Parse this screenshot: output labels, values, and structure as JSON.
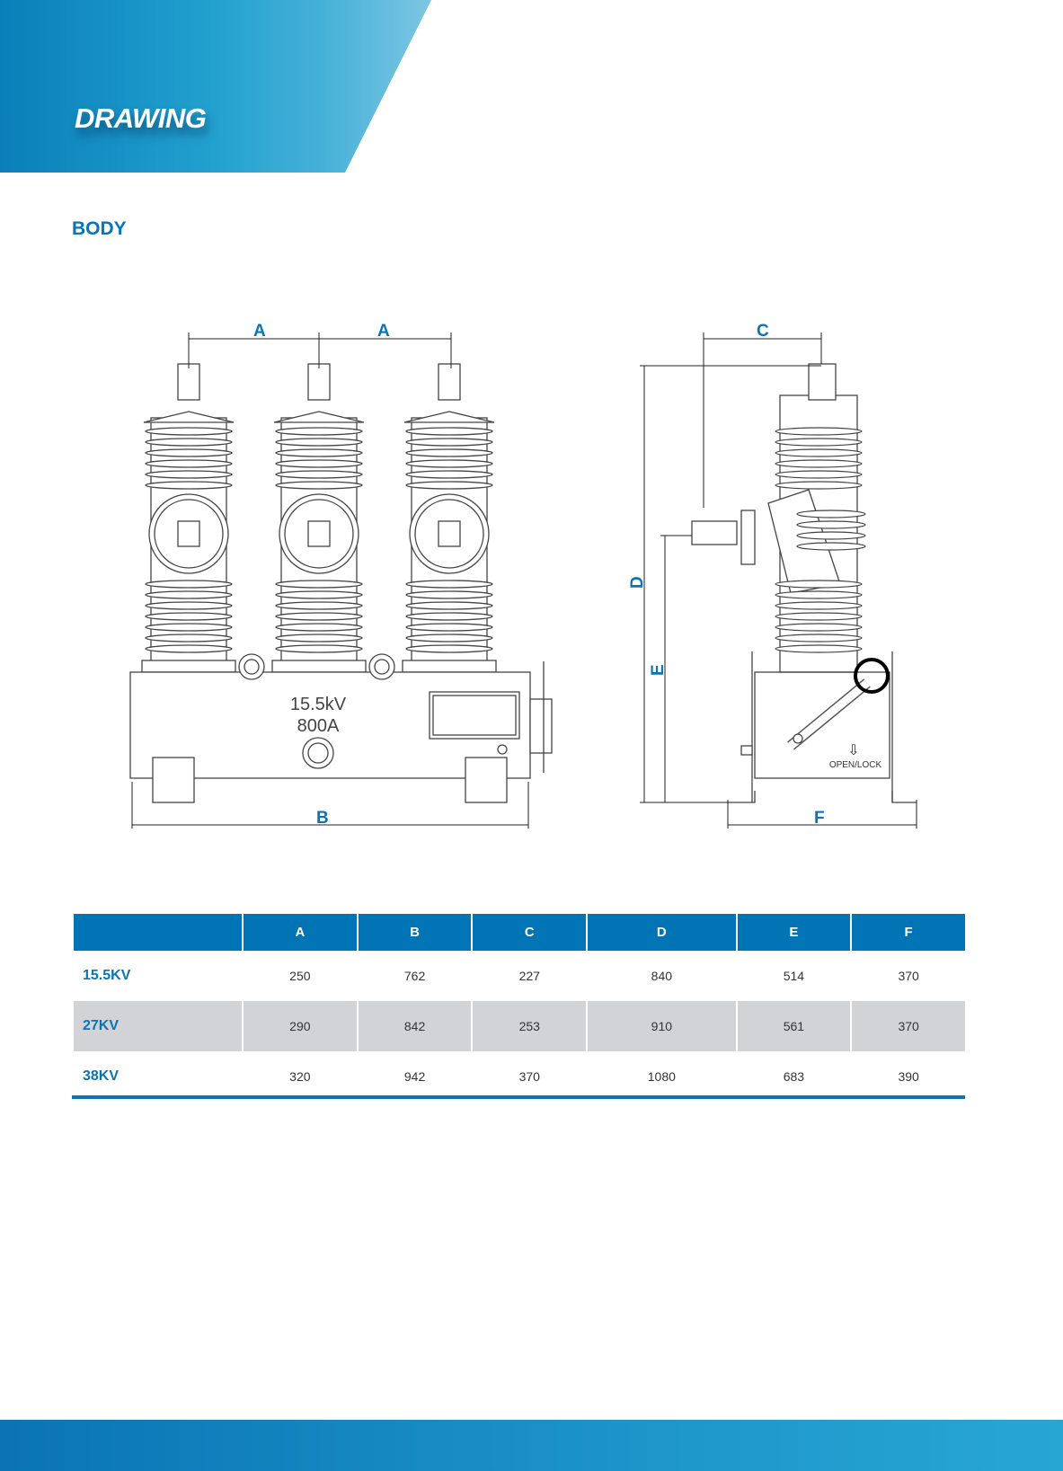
{
  "header": {
    "title": "DRAWING"
  },
  "section": {
    "title": "BODY"
  },
  "drawing": {
    "front_labels": {
      "a1": "A",
      "a2": "A",
      "b": "B"
    },
    "side_labels": {
      "c": "C",
      "d": "D",
      "e": "E",
      "f": "F"
    },
    "nameplate": {
      "voltage": "15.5kV",
      "current": "800A"
    },
    "open_lock": "OPEN/LOCK"
  },
  "table": {
    "columns": [
      "",
      "A",
      "B",
      "C",
      "D",
      "E",
      "F"
    ],
    "rows": [
      {
        "label": "15.5KV",
        "values": [
          "250",
          "762",
          "227",
          "840",
          "514",
          "370"
        ]
      },
      {
        "label": "27KV",
        "values": [
          "290",
          "842",
          "253",
          "910",
          "561",
          "370"
        ]
      },
      {
        "label": "38KV",
        "values": [
          "320",
          "942",
          "370",
          "1080",
          "683",
          "390"
        ]
      }
    ]
  },
  "colors": {
    "accent": "#0074b4",
    "row_alt": "#d1d3d6"
  }
}
